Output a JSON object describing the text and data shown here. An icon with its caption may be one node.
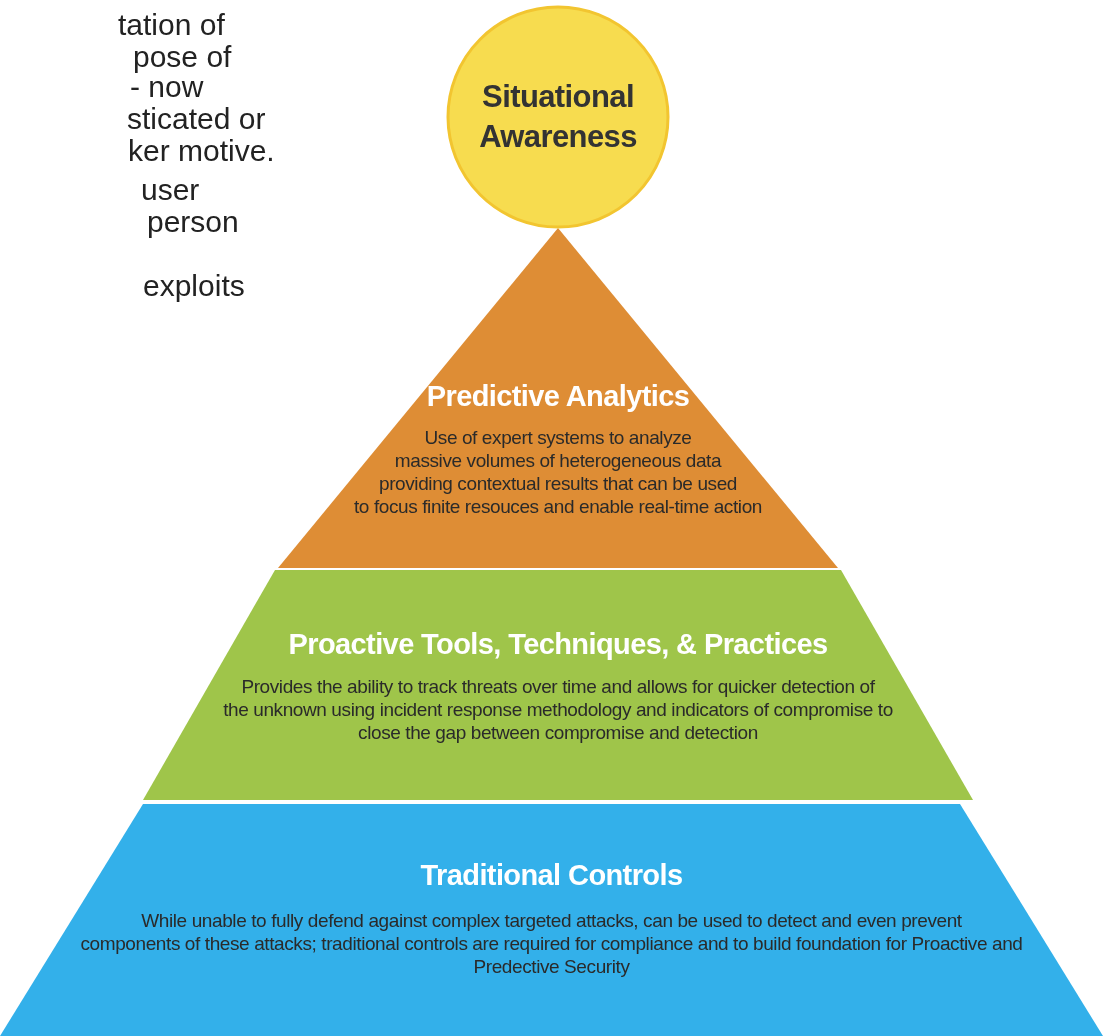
{
  "diagram": {
    "nodes": [
      {
        "text": [
          "Situational Awareness"
        ]
      },
      {
        "text": [
          "Predictive Analytics",
          "Use of expert systems to analyze massive volumes of heterogeneous data providing contextual results that can be used to focus finite resouces and enable real-time action"
        ]
      },
      {
        "text": [
          "Proactive Tools, Techniques, & Practices",
          "Provides the ability to track threats over time and allows for quicker detection of the unknown using incident response methodology and indicators of compromise to close the gap between compromise and detection"
        ]
      },
      {
        "text": [
          "Traditional Controls",
          "While unable to fully defend against complex targeted attacks, can be used to detect and even prevent components of these attacks; traditional controls are required for  compliance and to build foundation for Proactive and Predective Security"
        ]
      }
    ],
    "edges": [],
    "labels": [
      "tation of",
      "pose of",
      "- now",
      "sticated or",
      "ker motive.",
      "user",
      "person",
      "exploits"
    ]
  }
}
